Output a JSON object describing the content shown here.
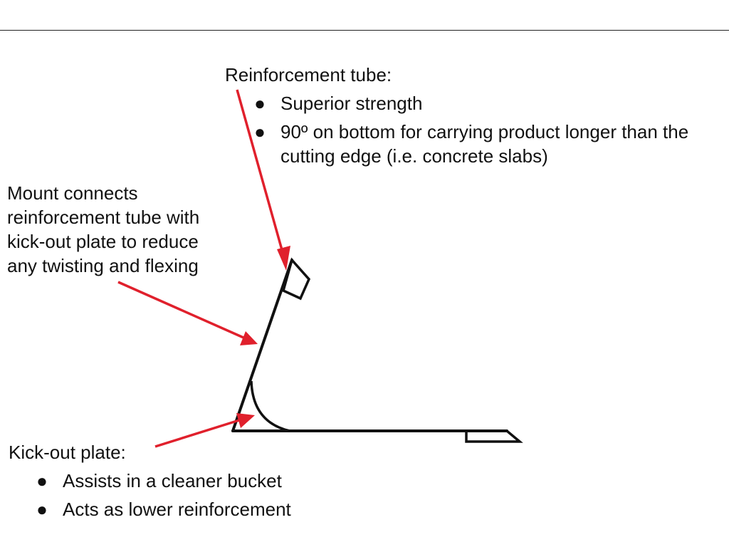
{
  "colors": {
    "arrow": "#e0202c",
    "outline": "#111111",
    "rule": "#222222"
  },
  "reinforcement": {
    "title": "Reinforcement tube:",
    "bullets": [
      "Superior strength",
      "90º on bottom for carrying product longer than the cutting edge (i.e. concrete slabs)"
    ]
  },
  "mount": {
    "text_lines": [
      "Mount connects",
      "reinforcement tube with",
      "kick-out plate to reduce",
      "any twisting and flexing"
    ]
  },
  "kickout": {
    "title": "Kick-out plate:",
    "bullets": [
      "Assists in a cleaner bucket",
      "Acts as lower reinforcement"
    ]
  },
  "bullet_glyph": "●"
}
